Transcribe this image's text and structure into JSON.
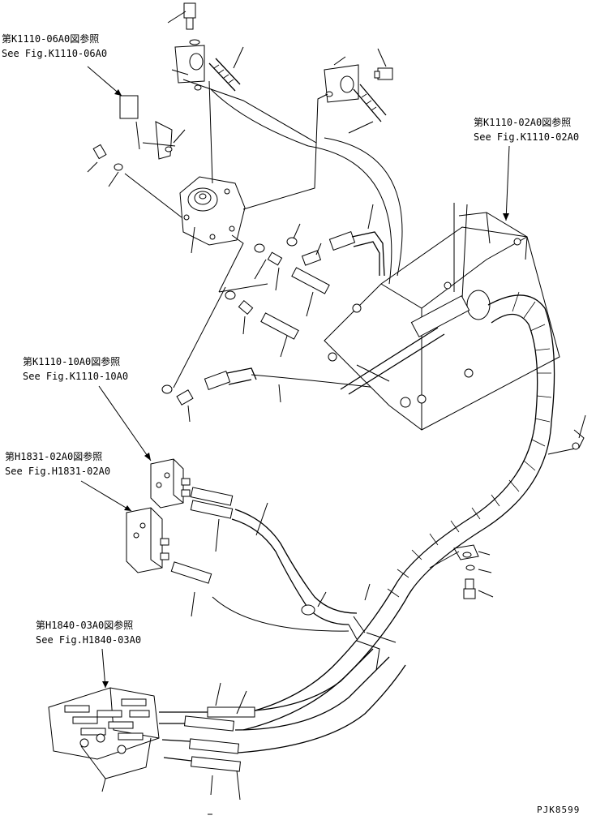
{
  "references": [
    {
      "id": "k1110-06a0",
      "jp": "第K1110-06A0図参照",
      "en": "See Fig.K1110-06A0"
    },
    {
      "id": "k1110-02a0",
      "jp": "第K1110-02A0図参照",
      "en": "See Fig.K1110-02A0"
    },
    {
      "id": "k1110-10a0",
      "jp": "第K1110-10A0図参照",
      "en": "See Fig.K1110-10A0"
    },
    {
      "id": "h1831-02a0",
      "jp": "第H1831-02A0図参照",
      "en": "See Fig.H1831-02A0"
    },
    {
      "id": "h1840-03a0",
      "jp": "第H1840-03A0図参照",
      "en": "See Fig.H1840-03A0"
    }
  ],
  "drawing_code": "PJK8599"
}
